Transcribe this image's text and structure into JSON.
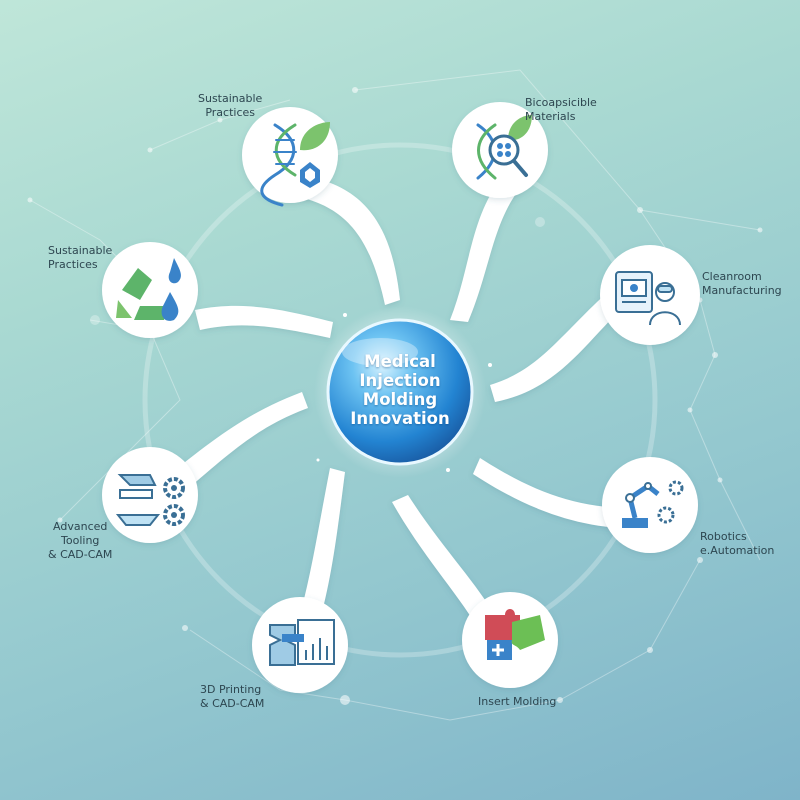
{
  "center": {
    "title": "Medical\nInjection\nMolding\nInnovation"
  },
  "nodes": [
    {
      "id": "sustainable-top",
      "label": "Sustainable\nPractices",
      "icon": "dna-leaf-icon"
    },
    {
      "id": "biocompatible",
      "label": "Bicoapsicible\nMaterials",
      "icon": "dna-magnifier-icon"
    },
    {
      "id": "cleanroom",
      "label": "Cleanroom\nManufacturing",
      "icon": "cleanroom-worker-icon"
    },
    {
      "id": "robotics",
      "label": "Robotics\ne.Automation",
      "icon": "robot-arm-gears-icon"
    },
    {
      "id": "insert",
      "label": "Insert Molding",
      "icon": "puzzle-pieces-icon"
    },
    {
      "id": "printing",
      "label": "3D Printing\n& CAD-CAM",
      "icon": "3d-printer-chart-icon"
    },
    {
      "id": "tooling",
      "label": "Advanced\nTooling\n& CAD-CAM",
      "icon": "tooling-gears-icon"
    },
    {
      "id": "sustainable-left",
      "label": "Sustainable\nPractices",
      "icon": "recycle-drops-icon"
    }
  ],
  "colors": {
    "background_top": "#bfe6d9",
    "background_bottom": "#7fb4c9",
    "arm_fill": "#ffffff",
    "sphere_light": "#7fd0f5",
    "sphere_dark": "#1d78c8",
    "icon_blue": "#3a83c9",
    "icon_green": "#5db46a"
  }
}
